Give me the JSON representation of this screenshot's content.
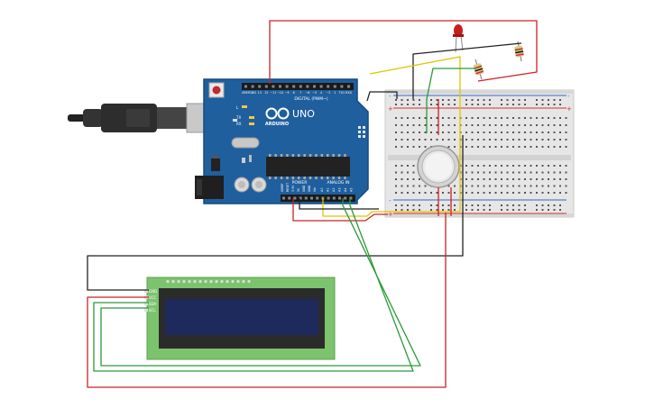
{
  "board": {
    "brand_text": "ARDUINO",
    "model_text": "UNO",
    "digital_header_label": "DIGITAL (PWM~)",
    "power_header_label": "POWER",
    "analog_header_label": "ANALOG IN",
    "led_labels": [
      "L",
      "TX",
      "RX"
    ],
    "digital_pin_labels": [
      "AREF",
      "GND",
      "13",
      "12",
      "~11",
      "~10",
      "~9",
      "8",
      "7",
      "~6",
      "~5",
      "4",
      "~3",
      "2",
      "TX1",
      "RX0"
    ],
    "power_pin_labels": [
      "IOREF",
      "RESET",
      "3.3V",
      "5V",
      "GND",
      "GND",
      "Vin"
    ],
    "analog_pin_labels": [
      "A0",
      "A1",
      "A2",
      "A3",
      "A4",
      "A5"
    ],
    "board_color": "#1f5f9e"
  },
  "lcd": {
    "pin_labels": [
      "GND",
      "VCC",
      "SDA",
      "SCL"
    ],
    "pcb_color": "#7cc36d",
    "screen_color": "#1e2a5c"
  },
  "breadboard": {
    "plus_sign": "+",
    "minus_sign": "-"
  },
  "wire_colors": {
    "red": "#cc2222",
    "black": "#222222",
    "green": "#2a9a3a",
    "yellow": "#e2c400"
  },
  "led_color": "#c81e1e"
}
